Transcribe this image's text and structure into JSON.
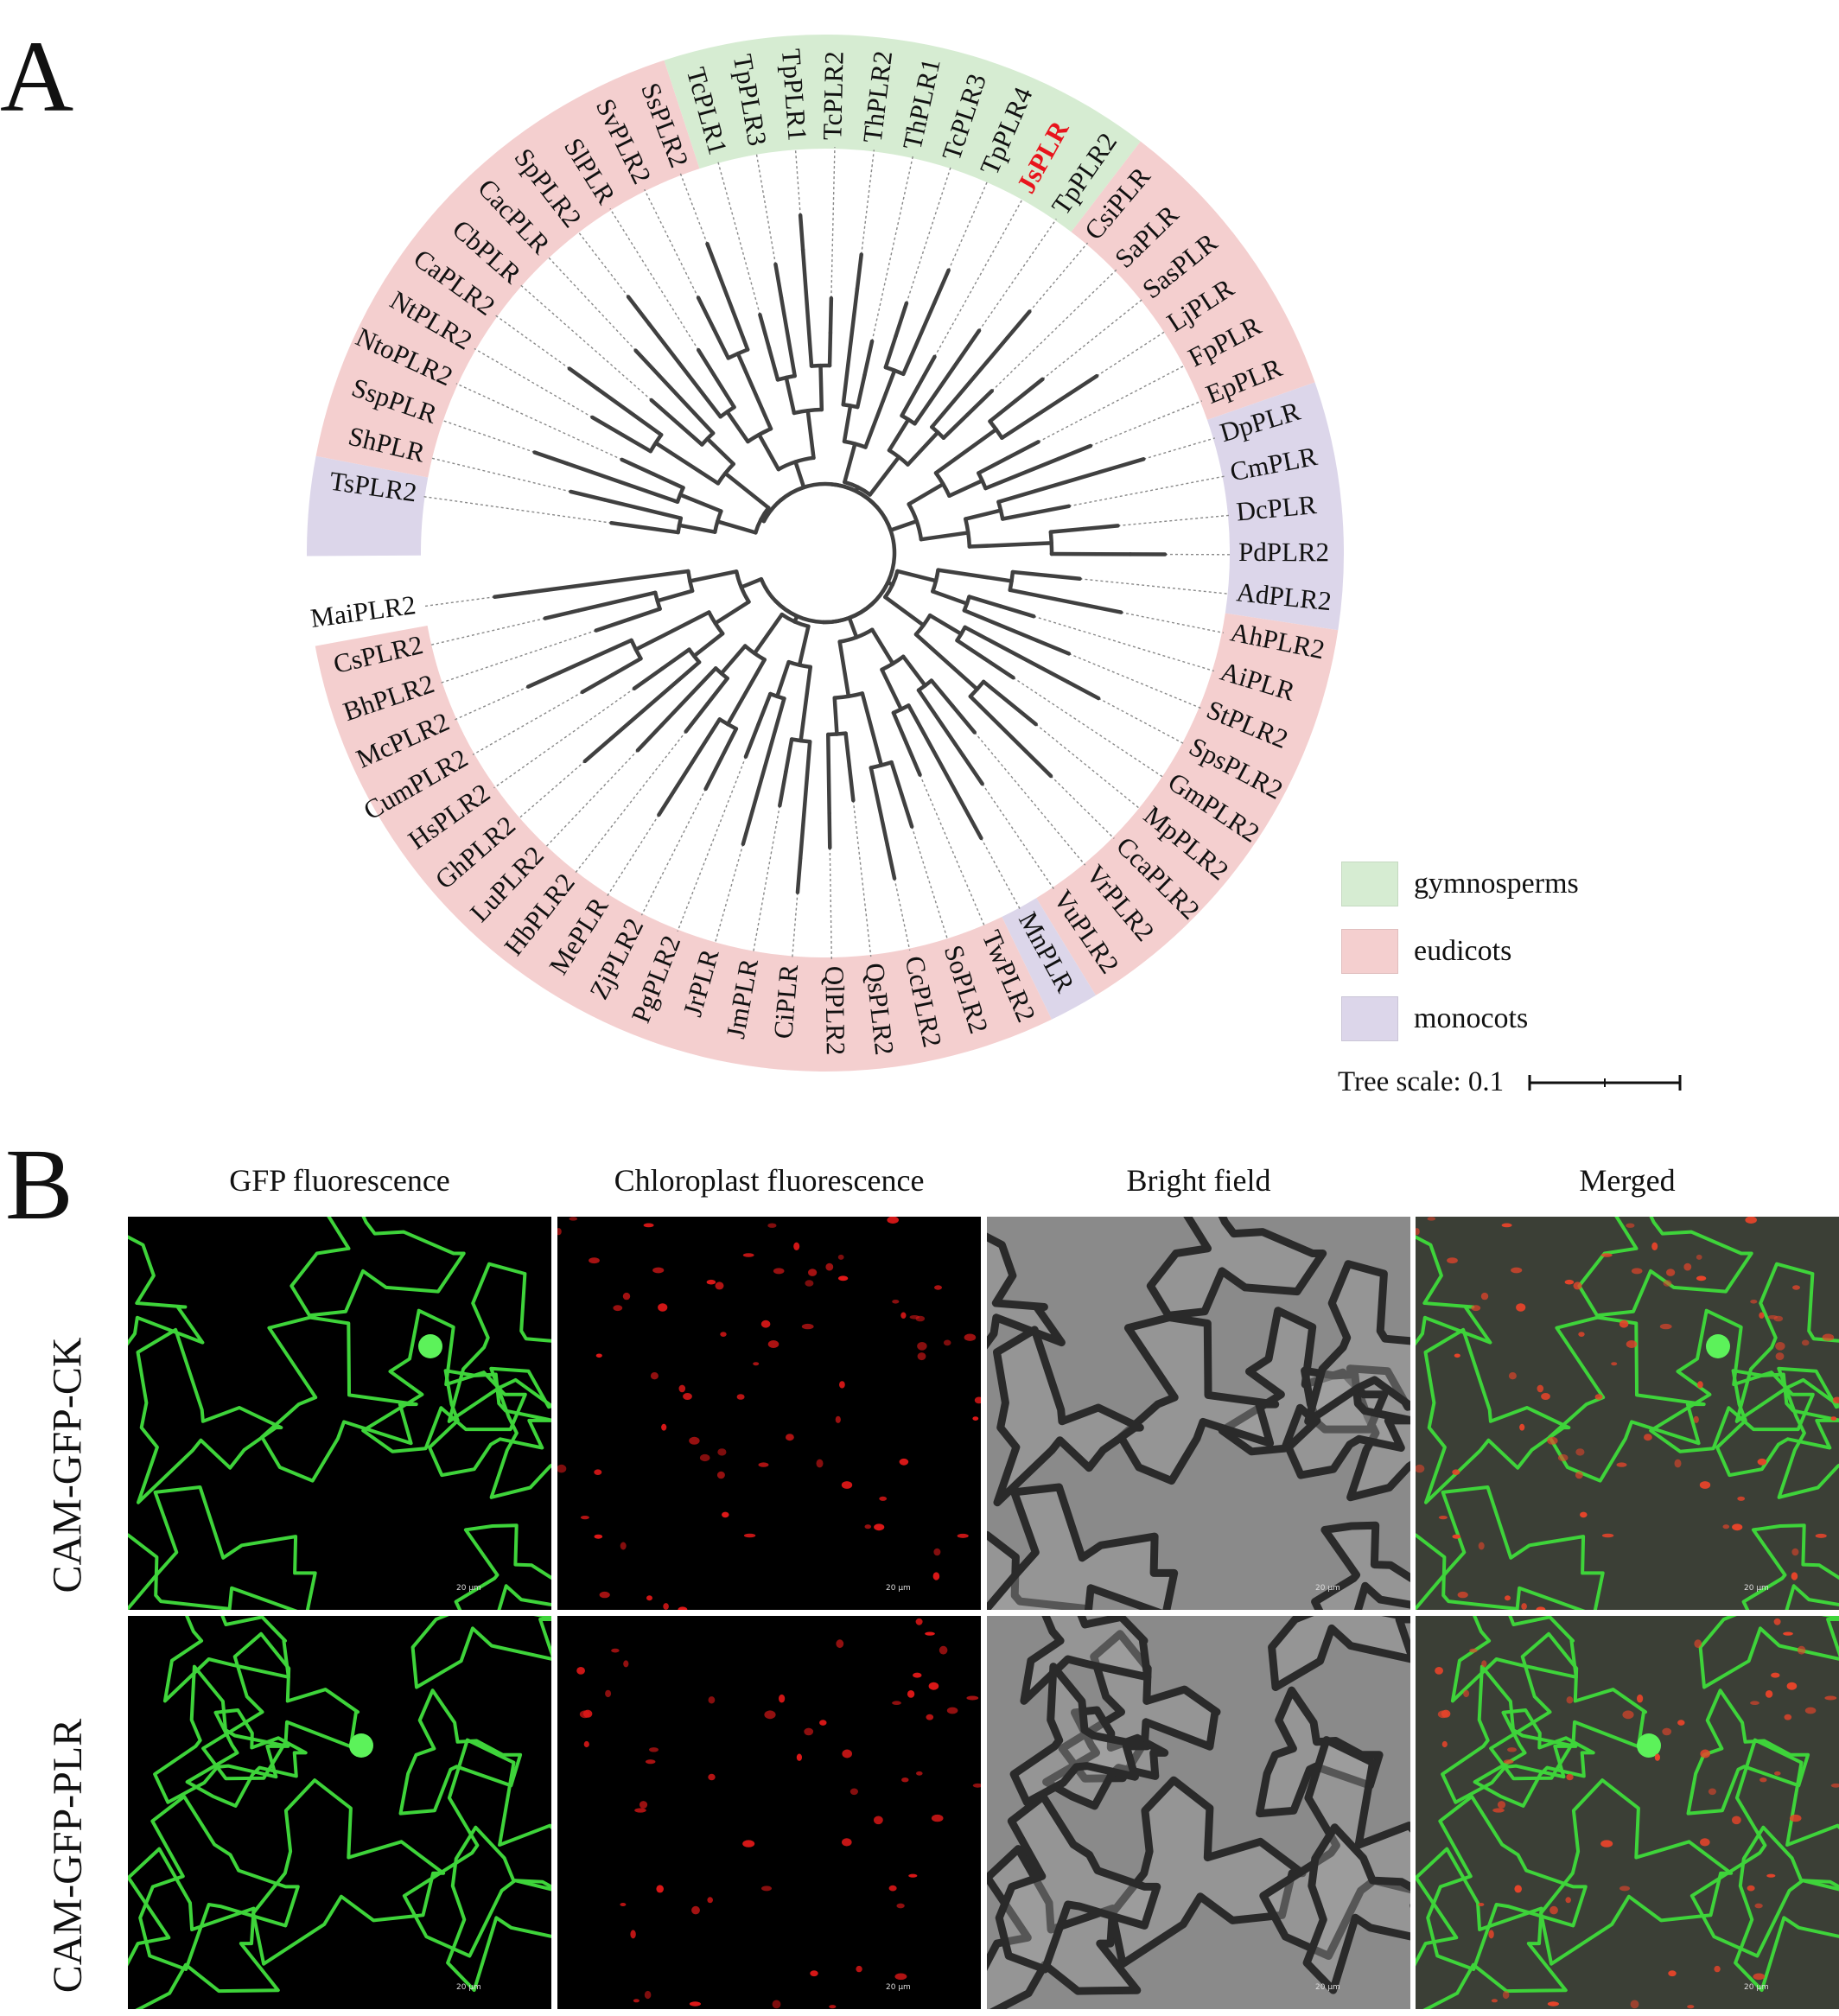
{
  "panel_a": {
    "letter": "A",
    "tips_clockwise_from_top": [
      "TsPLR2",
      "ShPLR",
      "SspPLR",
      "NtoPLR2",
      "NtPLR2",
      "CaPLR2",
      "CbPLR",
      "CacPLR",
      "SpPLR2",
      "SlPLR",
      "SvPLR2",
      "SsPLR2",
      "TcPLR1",
      "TpPLR3",
      "TpPLR1",
      "TcPLR2",
      "ThPLR2",
      "ThPLR1",
      "TcPLR3",
      "TpPLR4",
      "JsPLR",
      "TpPLR2",
      "CsiPLR",
      "SaPLR",
      "SasPLR",
      "LjPLR",
      "FpPLR",
      "EpPLR",
      "DpPLR",
      "CmPLR",
      "DcPLR",
      "PdPLR2",
      "AdPLR2",
      "AhPLR2",
      "AiPLR",
      "StPLR2",
      "SpsPLR2",
      "GmPLR2",
      "MpPLR2",
      "CcaPLR2",
      "VrPLR2",
      "VuPLR2",
      "MnPLR",
      "TwPLR2",
      "SoPLR2",
      "CcPLR2",
      "QsPLR2",
      "QlPLR2",
      "CiPLR",
      "JmPLR",
      "JrPLR",
      "PgPLR2",
      "ZjPLR2",
      "MePLR",
      "HbPLR2",
      "LuPLR2",
      "GhPLR2",
      "HsPLR2",
      "CumPLR2",
      "McPLR2",
      "BhPLR2",
      "CsPLR2",
      "MaiPLR2"
    ],
    "highlighted_tip": "JsPLR",
    "highlight_color": "#e8141c",
    "legend": [
      {
        "label": "gymnosperms",
        "color": "#d6ecd2"
      },
      {
        "label": "eudicots",
        "color": "#f4cfcf"
      },
      {
        "label": "monocots",
        "color": "#dcd6ea"
      }
    ],
    "tree_scale_label": "Tree scale: 0.1"
  },
  "panel_b": {
    "letter": "B",
    "columns": [
      "GFP fluorescence",
      "Chloroplast  fluorescence",
      "Bright field",
      "Merged"
    ],
    "rows": [
      "CAM-GFP-CK",
      "CAM-GFP-PLR"
    ],
    "scalebar_text": "20 μm"
  }
}
